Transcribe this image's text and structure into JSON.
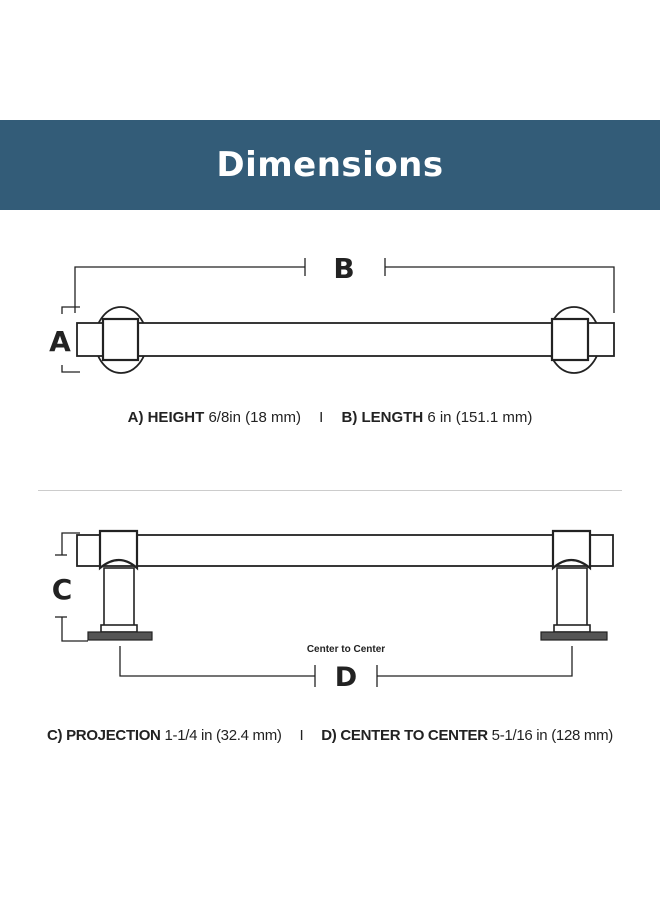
{
  "title": "Dimensions",
  "labels": {
    "a": "A",
    "b": "B",
    "c": "C",
    "d": "D",
    "center_to_center": "Center to Center"
  },
  "specs": {
    "a": {
      "label": "A) HEIGHT",
      "value": "6/8in (18 mm)"
    },
    "b": {
      "label": "B) LENGTH",
      "value": "6 in (151.1 mm)"
    },
    "c": {
      "label": "C) PROJECTION",
      "value": "1-1/4 in (32.4 mm)"
    },
    "d": {
      "label": "D) CENTER TO CENTER",
      "value": "5-1/16 in (128 mm)"
    },
    "separator": "I"
  },
  "colors": {
    "banner": "#335c78",
    "line": "#222222"
  }
}
